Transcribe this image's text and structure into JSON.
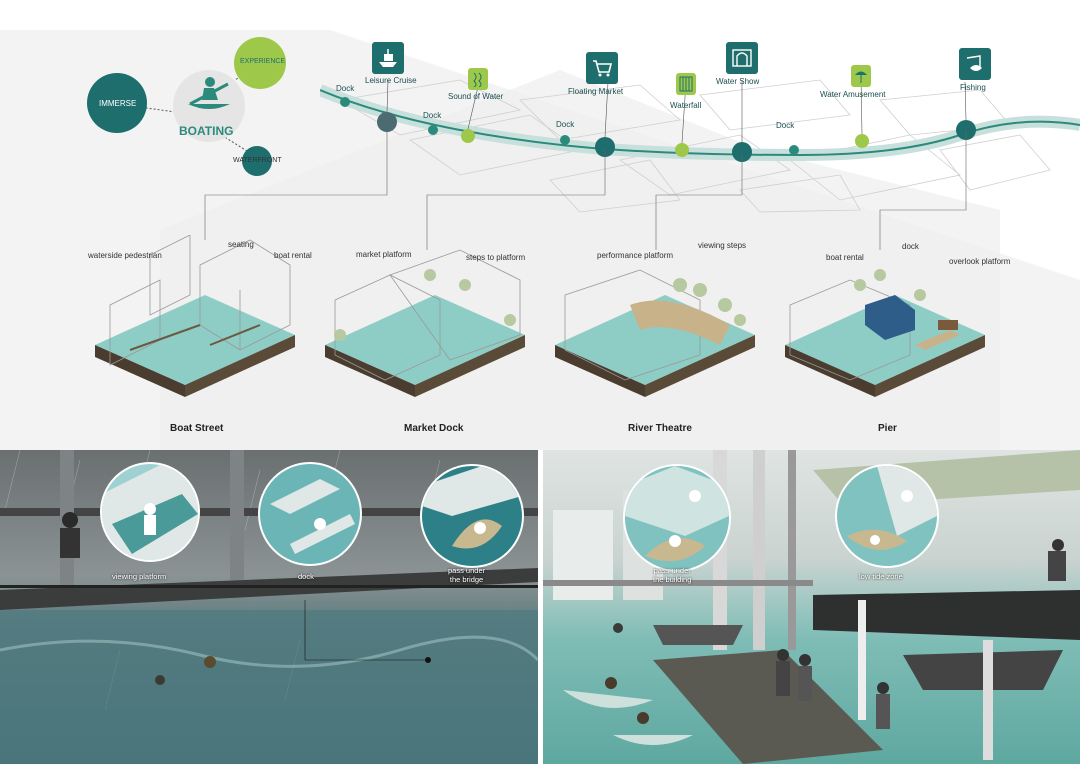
{
  "concept": {
    "immerse": "IMMERSE",
    "experience": "EXPERIENCE",
    "boating": "BOATING",
    "waterfront": "WATERFRONT"
  },
  "route_stops": {
    "dock_1": "Dock",
    "leisure_cruise": "Leisure Cruise",
    "sound_of_water": "Sound of Water",
    "dock_2": "Dock",
    "dock_3": "Dock",
    "floating_market": "Floating Market",
    "waterfall": "Waterfall",
    "water_show": "Water Show",
    "dock_4": "Dock",
    "water_amusement": "Water Amusement",
    "fishing": "Fishing"
  },
  "modules": {
    "boat_street": {
      "title": "Boat Street",
      "labels": [
        "waterside pedestrian",
        "seating",
        "boat rental"
      ]
    },
    "market_dock": {
      "title": "Market Dock",
      "labels": [
        "market platform",
        "steps to platform"
      ]
    },
    "river_theatre": {
      "title": "River Theatre",
      "labels": [
        "performance platform",
        "viewing steps"
      ]
    },
    "pier": {
      "title": "Pier",
      "labels": [
        "boat rental",
        "dock",
        "overlook platform"
      ]
    }
  },
  "scene_left": {
    "callouts": [
      "viewing platform",
      "dock",
      "pass under\nthe bridge"
    ]
  },
  "scene_right": {
    "callouts": [
      "pass under\nthe building",
      "low tide zone"
    ]
  },
  "colors": {
    "teal_dark": "#1f6e6e",
    "teal_mid": "#2c7f80",
    "green_light": "#9ec84a",
    "water": "#7fbdb6"
  }
}
